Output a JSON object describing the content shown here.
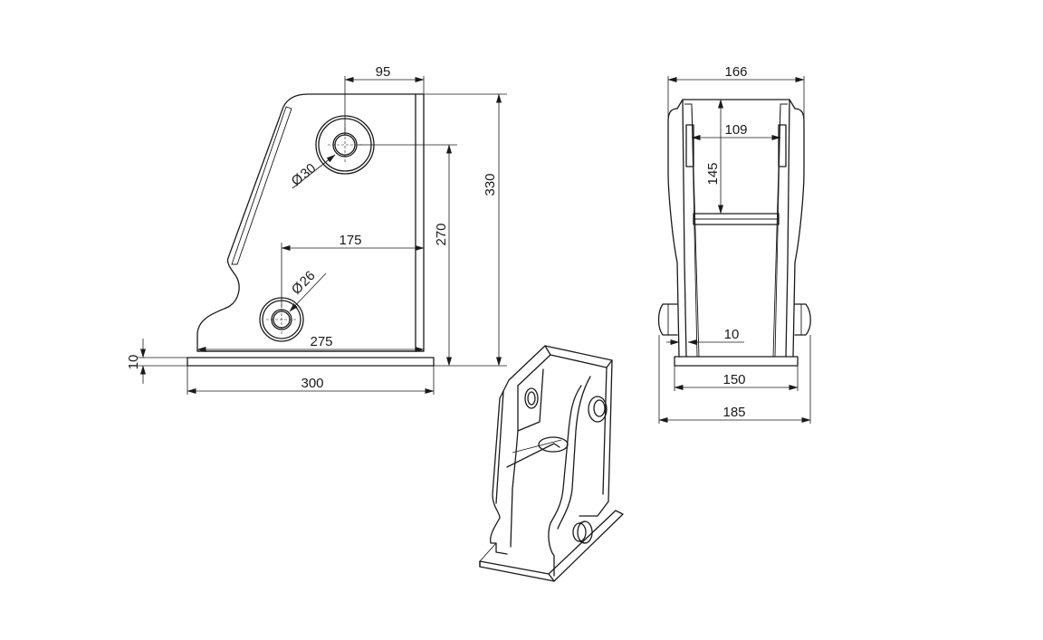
{
  "side_view": {
    "dim_95": "95",
    "dim_330": "330",
    "dim_270": "270",
    "dim_175": "175",
    "dim_275": "275",
    "dim_300": "300",
    "dim_10": "10",
    "dim_d30": "30",
    "dim_d26": "26"
  },
  "front_view": {
    "dim_166": "166",
    "dim_109": "109",
    "dim_145": "145",
    "dim_10": "10",
    "dim_150": "150",
    "dim_185": "185"
  },
  "symbols": {
    "diameter": "Ø"
  },
  "colors": {
    "line": "#1a1a1a",
    "background": "#ffffff"
  }
}
